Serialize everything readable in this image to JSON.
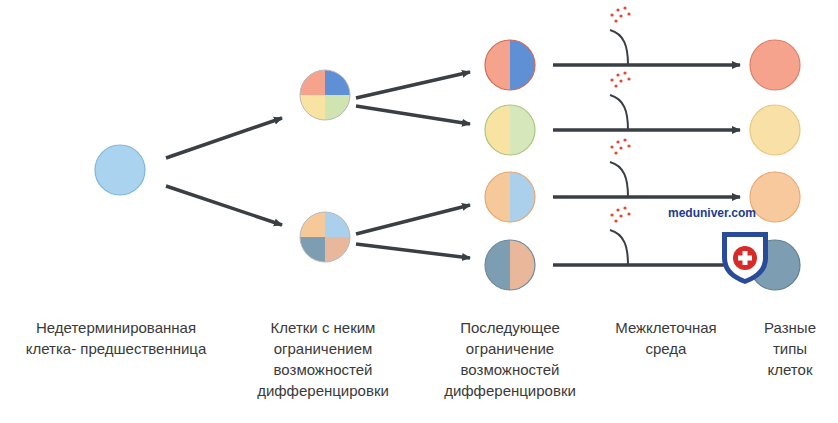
{
  "diagram": {
    "labels": [
      "Недетерминированная клетка- предшественница",
      "Клетки с неким ограничением возможностей дифференцировки",
      "Последующее ограничение возможностей дифференцировки",
      "Межклеточная среда",
      "Разные типы клеток",
      "meduniver.com"
    ]
  }
}
